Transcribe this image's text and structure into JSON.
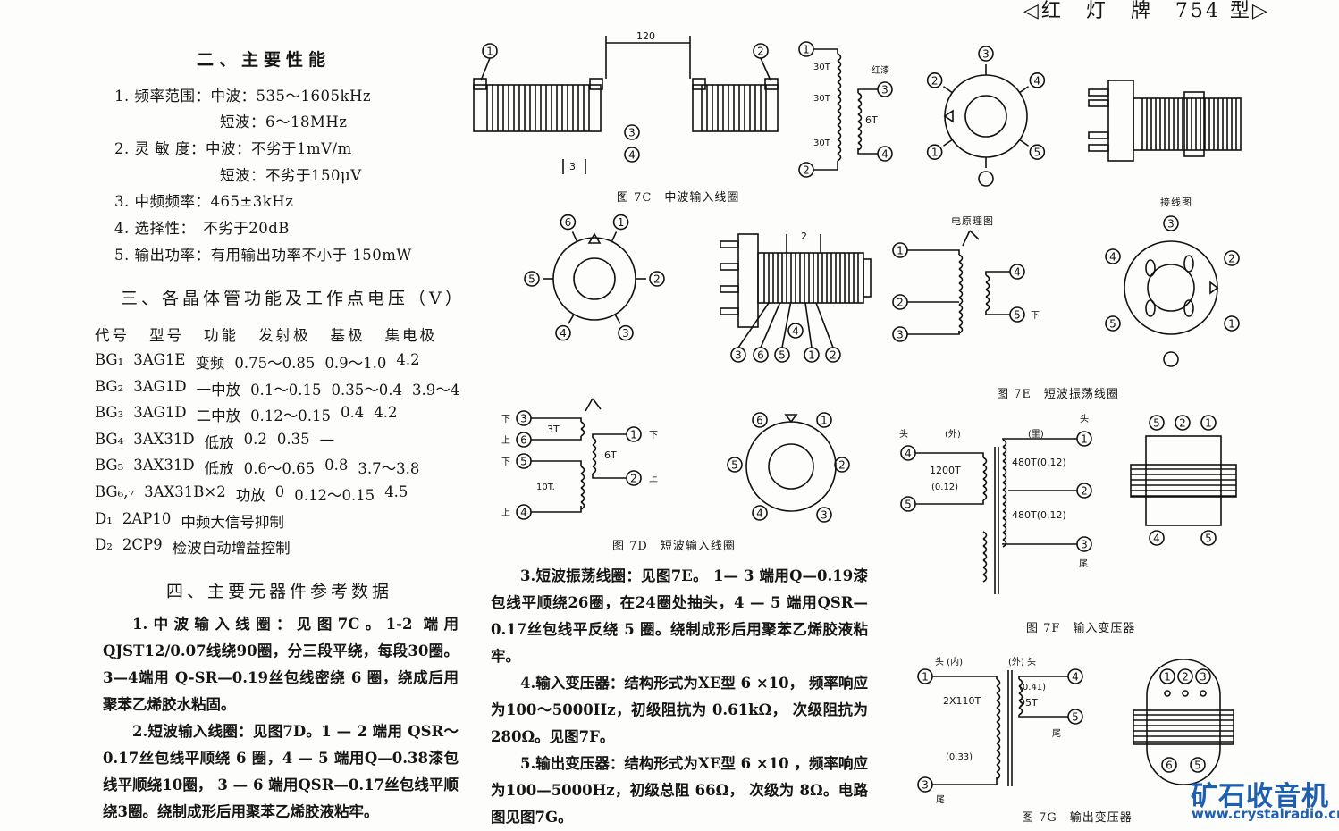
{
  "header": {
    "title": "◁红　灯　牌　754 型▷"
  },
  "section2": {
    "title": "二、主要性能",
    "lines": [
      "1. 频率范围：中波：535～1605kHz",
      "短波：6～18MHz",
      "2. 灵 敏 度：中波：不劣于1mV/m",
      "短波：不劣于150μV",
      "3. 中频频率：465±3kHz",
      "4. 选择性：　不劣于20dB",
      "5. 输出功率：有用输出功率不小于 150mW"
    ]
  },
  "section3": {
    "title": "三、各晶体管功能及工作点电压（V）",
    "header": [
      "代号",
      "型号",
      "功能",
      "发射极",
      "基极",
      "集电极"
    ],
    "rows": [
      [
        "BG₁",
        "3AG1E",
        "变频",
        "0.75～0.85",
        "0.9～1.0",
        "4.2"
      ],
      [
        "BG₂",
        "3AG1D",
        "一中放",
        "0.1～0.15",
        "0.35～0.4",
        "3.9～4"
      ],
      [
        "BG₃",
        "3AG1D",
        "二中放",
        "0.12～0.15",
        "0.4",
        "4.2"
      ],
      [
        "BG₄",
        "3AX31D",
        "低放",
        "0.2",
        "0.35",
        "—"
      ],
      [
        "BG₅",
        "3AX31D",
        "低放",
        "0.6～0.65",
        "0.8",
        "3.7～3.8"
      ],
      [
        "BG₆,₇",
        "3AX31B×2",
        "功放",
        "0",
        "0.12～0.15",
        "4.5"
      ],
      [
        "D₁",
        "2AP10",
        "中频大信号抑制",
        "",
        "",
        ""
      ],
      [
        "D₂",
        "2CP9",
        "检波自动增益控制",
        "",
        "",
        ""
      ]
    ]
  },
  "section4": {
    "title": "四、主要元器件参考数据",
    "p1": "1.中波输入线圈：见图7C。1-2 端用 QJST12/0.07线绕90圈，分三段平绕，每段30圈。3—4端用 Q-SR—0.19丝包线密绕 6 圈，绕成后用聚苯乙烯胶水粘固。",
    "p2": "2.短波输入线圈：见图7D。1 — 2 端用 QSR～0.17丝包线平顺绕 6 圈，4 — 5 端用Q—0.38漆包线平顺绕10圈， 3 — 6 端用QSR—0.17丝包线平顺绕3圈。绕制成形后用聚苯乙烯胶液粘牢。",
    "p3": "3.短波振荡线圈：见图7E。 1— 3 端用Q—0.19漆包线平顺绕26圈，在24圈处抽头，4 — 5 端用QSR—0.17丝包线平反绕 5 圈。绕制成形后用聚苯乙烯胶液粘牢。",
    "p4": "4.输入变压器：结构形式为XE型 6 ×10， 频率响应为100～5000Hz，初级阻抗为 0.61kΩ， 次级阻抗为280Ω。见图7F。",
    "p5": "5.输出变压器：结构形式为XE型 6 ×10 ，频率响应为100—5000Hz，初级总阻 66Ω， 次级为 8Ω。电路图见图7G。"
  },
  "figures": {
    "f7c": {
      "caption": "图 7C　中波输入线圈",
      "dim1": "120",
      "dim2": "3",
      "t1": "30T",
      "t2": "30T",
      "t3": "30T",
      "red": "红漆",
      "t4": "6T"
    },
    "f7d": {
      "caption": "图 7D　短波输入线圈",
      "dim": "2",
      "t1": "3T",
      "t2": "6T",
      "t3": "10T.",
      "down1": "下",
      "up1": "上",
      "down2": "下",
      "up2": "上",
      "down3": "下",
      "up3": "上"
    },
    "f7e": {
      "caption": "图 7E　短波振荡线圈",
      "schematic": "电原理图",
      "wiring": "接线图",
      "down": "下"
    },
    "f7f": {
      "caption": "图 7F　输入变压器",
      "head1": "头",
      "outer": "(外)",
      "inner": "(里)",
      "head2": "头",
      "tail": "尾",
      "t1": "1200T",
      "w1": "(0.12)",
      "t2": "480T(0.12)",
      "t3": "480T(0.12)"
    },
    "f7g": {
      "caption": "图 7G　输出变压器",
      "left": "头 (内)",
      "right": "(外) 头",
      "t1": "2X110T",
      "w1": "(0.41)",
      "t2": "95T",
      "w2": "(0.33)",
      "tail1": "尾",
      "tail2": "尾"
    }
  },
  "watermark": {
    "name": "矿石收音机",
    "url": "www.crystalradio.cn"
  }
}
